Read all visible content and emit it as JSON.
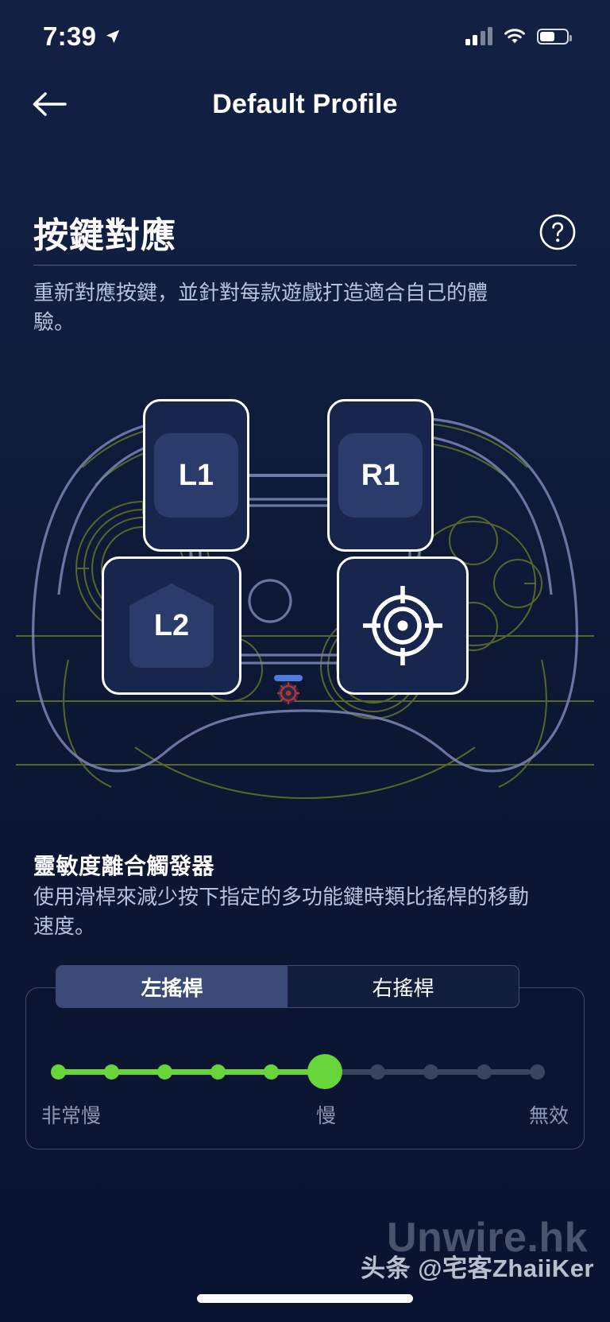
{
  "status_bar": {
    "time": "7:39",
    "location_icon": "location-arrow-icon",
    "signal_icon": "cellular-signal-icon",
    "wifi_icon": "wifi-icon",
    "battery_icon": "battery-icon"
  },
  "nav": {
    "back_icon": "back-arrow-icon",
    "title": "Default Profile"
  },
  "mapping_section": {
    "title": "按鍵對應",
    "help_icon": "help-circle-icon",
    "description": "重新對應按鍵，並針對每款遊戲打造適合自己的體驗。",
    "controller": {
      "buttons": [
        {
          "id": "l1",
          "label": "L1",
          "badge_shape": "square"
        },
        {
          "id": "r1",
          "label": "R1",
          "badge_shape": "square"
        },
        {
          "id": "l2",
          "label": "L2",
          "badge_shape": "pentagon"
        },
        {
          "id": "aim",
          "label": "",
          "badge_shape": "crosshair-icon"
        }
      ],
      "center_icon": "settings-gear-icon"
    }
  },
  "sensitivity_section": {
    "title": "靈敏度離合觸發器",
    "description": "使用滑桿來減少按下指定的多功能鍵時類比搖桿的移動速度。",
    "tabs": [
      {
        "label": "左搖桿",
        "active": true
      },
      {
        "label": "右搖桿",
        "active": false
      }
    ],
    "slider": {
      "steps": 10,
      "value_index": 6,
      "labels": {
        "left": "非常慢",
        "center": "慢",
        "right": "無效"
      },
      "fill_color": "#67d63a",
      "track_color": "#39445e"
    }
  },
  "watermarks": {
    "site": "Unwire.hk",
    "author": "头条 @宅客ZhaiiKer"
  },
  "colors": {
    "background": "#0d1b3e",
    "card_fill": "#18254c",
    "badge_fill": "#2b3b6b",
    "accent_green": "#67d63a",
    "tab_active": "#3b4a77",
    "muted_text": "#b7c2dd",
    "outline": "#7b87b5",
    "wire_green": "#5c6b2a"
  }
}
